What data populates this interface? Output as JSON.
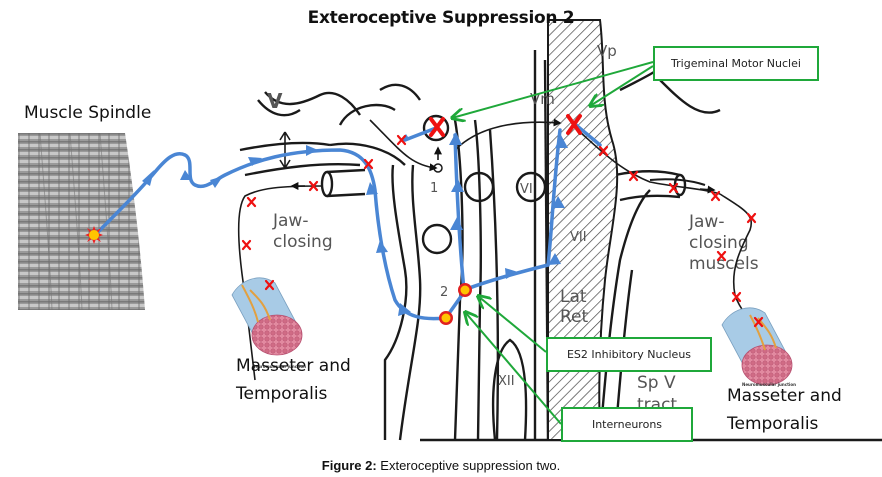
{
  "title": "Exteroceptive Suppression 2",
  "labels": {
    "muscle_spindle": "Muscle Spindle",
    "masseter_left_line1": "Masseter and",
    "masseter_left_line2": "Temporalis",
    "masseter_right_line1": "Masseter and",
    "masseter_right_line2": "Temporalis"
  },
  "callouts": {
    "trigeminal_motor_nuclei": "Trigeminal Motor Nuclei",
    "es2_inhibitory_nucleus": "ES2 Inhibitory Nucleus",
    "interneurons": "Interneurons"
  },
  "brainstem_labels": {
    "v": "V",
    "vp": "Vp",
    "vm": "Vm",
    "vi": "VI",
    "vii": "VII",
    "xii": "XII",
    "lat": "Lat",
    "ret": "Ret",
    "spv": "Sp V",
    "tract": "tract",
    "one": "1",
    "two": "2",
    "jaw_left_1": "Jaw-",
    "jaw_left_2": "closing",
    "jaw_right_1": "Jaw-",
    "jaw_right_2": "closing",
    "jaw_right_3": "muscels"
  },
  "nmj_caption": "Neuromuscular junction",
  "caption": {
    "prefix": "Figure 2:",
    "text": " Exteroceptive suppression two."
  },
  "colors": {
    "pathway_blue": "#4a86d4",
    "callout_green": "#1fa83a",
    "block_red": "#ee1111",
    "outline_black": "#1a1a1a"
  }
}
